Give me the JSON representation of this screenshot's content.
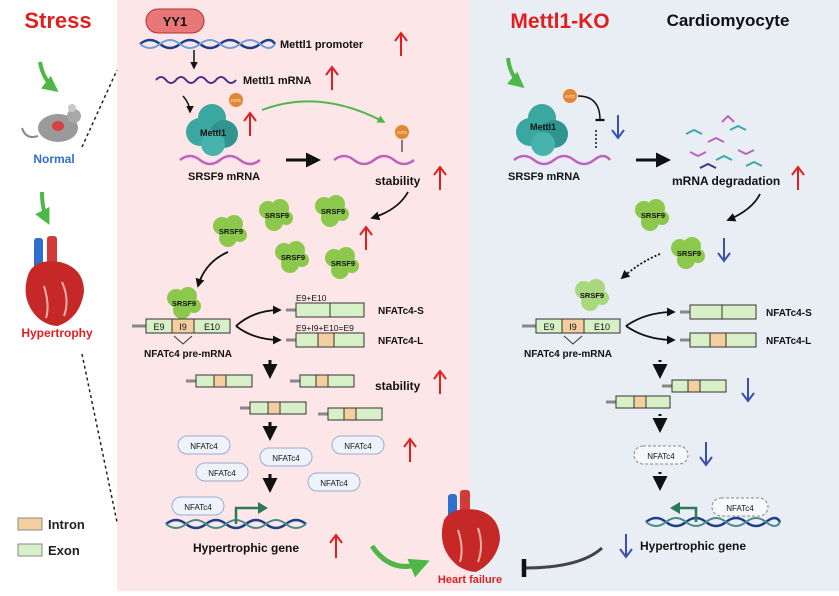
{
  "left_panel": {
    "stress_title": "Stress",
    "normal_label": "Normal",
    "hypertrophy_label": "Hypertrophy"
  },
  "legend": {
    "intron": "Intron",
    "exon": "Exon"
  },
  "stress_panel": {
    "yy1": "YY1",
    "mettl1_promoter": "Mettl1 promoter",
    "mettl1_mrna": "Mettl1 mRNA",
    "mettl1": "Mettl1",
    "m7g": "m7G",
    "srsf9_mrna": "SRSF9 mRNA",
    "stability_1": "stability",
    "srsf9": "SRSF9",
    "e9": "E9",
    "i9": "I9",
    "e10": "E10",
    "pre_mrna": "NFATc4 pre-mRNA",
    "s_form_label": "E9+E10",
    "l_form_label": "E9+I9+E10=E9",
    "nfatc4_s": "NFATc4-S",
    "nfatc4_l": "NFATc4-L",
    "stability_2": "stability",
    "nfatc4": "NFATc4",
    "hypertrophic_gene": "Hypertrophic gene",
    "heart_failure": "Heart failure"
  },
  "ko_panel": {
    "title": "Mettl1-KO",
    "cardiomyocyte": "Cardiomyocyte",
    "mettl1": "Mettl1",
    "m7g": "m7G",
    "srsf9_mrna": "SRSF9 mRNA",
    "degradation": "mRNA degradation",
    "srsf9": "SRSF9",
    "e9": "E9",
    "i9": "I9",
    "e10": "E10",
    "pre_mrna": "NFATc4 pre-mRNA",
    "nfatc4_s": "NFATc4-S",
    "nfatc4_l": "NFATc4-L",
    "nfatc4": "NFATc4",
    "hypertrophic_gene": "Hypertrophic gene"
  },
  "colors": {
    "red": "#e02020",
    "blue": "#3a4fb0",
    "stress_bg": "#fde6e8",
    "ko_bg": "#e6ecf3",
    "exon": "#d8f0c8",
    "intron": "#f3cfa0",
    "green_arrow": "#4fb648"
  }
}
